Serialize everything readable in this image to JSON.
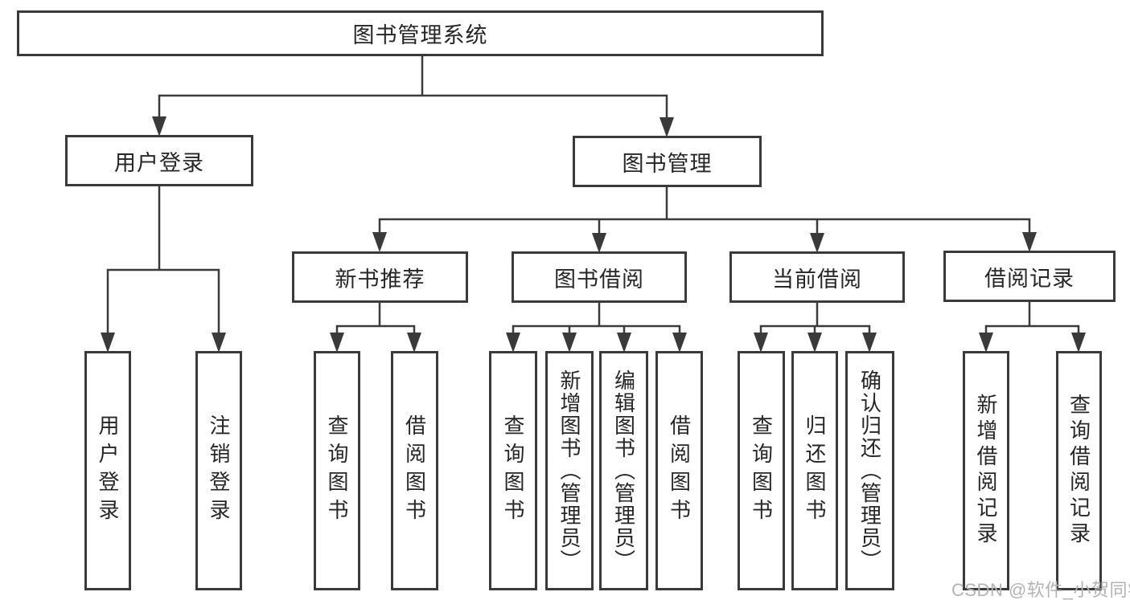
{
  "colors": {
    "line": "#3a3a3a",
    "text": "#262626",
    "box_background": "#ffffff",
    "watermark": "#b3b3b3"
  },
  "nodes": {
    "root": {
      "label": "图书管理系统"
    },
    "user_login": {
      "label": "用户登录"
    },
    "book_management": {
      "label": "图书管理"
    },
    "new_book_recommend": {
      "label": "新书推荐"
    },
    "book_borrowing": {
      "label": "图书借阅"
    },
    "current_borrowing": {
      "label": "当前借阅"
    },
    "borrowing_records": {
      "label": "借阅记录"
    },
    "user_login_children": [
      {
        "label": "用户登录"
      },
      {
        "label": "注销登录"
      }
    ],
    "new_book_children": [
      {
        "label": "查询图书"
      },
      {
        "label": "借阅图书"
      }
    ],
    "book_borrowing_children": [
      {
        "label": "查询图书"
      },
      {
        "label": "新增图书（管理员）"
      },
      {
        "label": "编辑图书（管理员）"
      },
      {
        "label": "借阅图书"
      }
    ],
    "current_borrowing_children": [
      {
        "label": "查询图书"
      },
      {
        "label": "归还图书"
      },
      {
        "label": "确认归还（管理员）"
      }
    ],
    "borrowing_records_children": [
      {
        "label": "新增借阅记录"
      },
      {
        "label": "查询借阅记录"
      }
    ]
  },
  "watermark": {
    "text": "CSDN @软件_小贺同学"
  }
}
